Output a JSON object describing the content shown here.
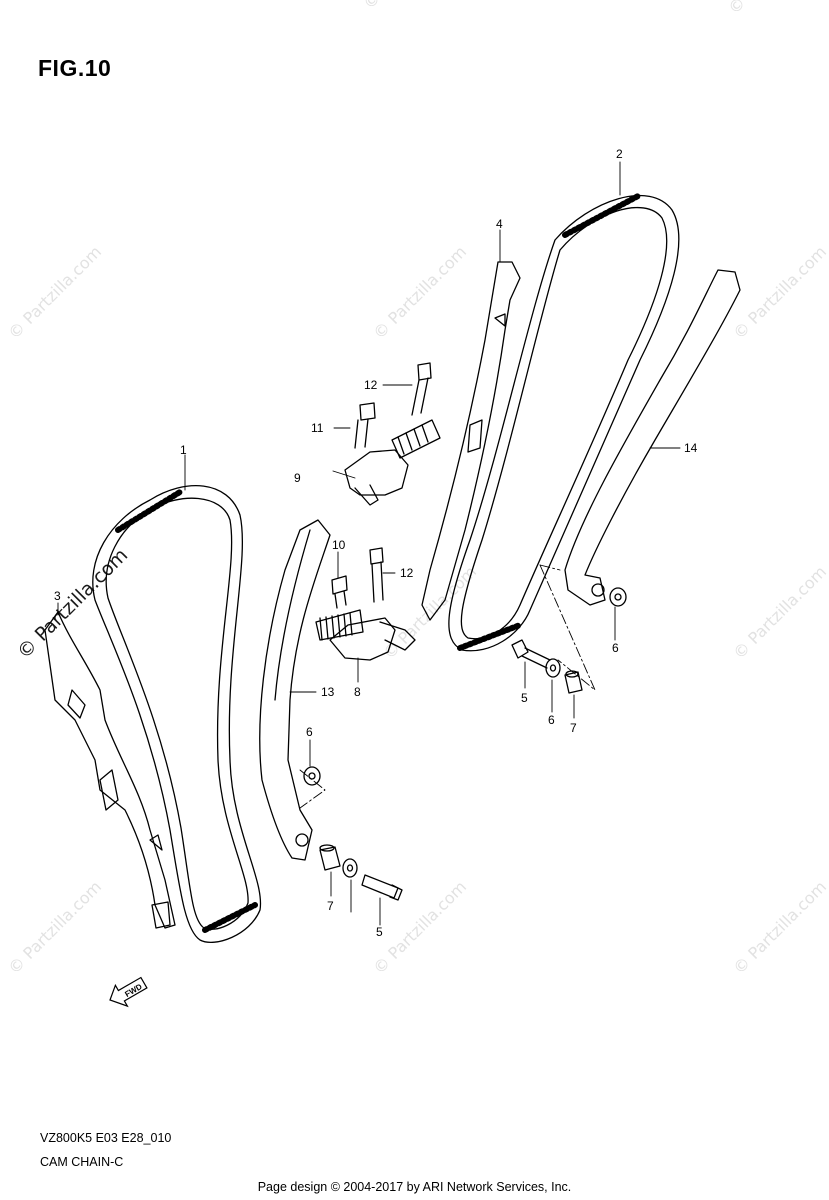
{
  "figure": {
    "title": "FIG.10"
  },
  "watermark": {
    "text": "© Partzilla.com",
    "prominent_text": "© Partzilla.com"
  },
  "callouts": [
    "1",
    "2",
    "3",
    "4",
    "5",
    "5",
    "6",
    "6",
    "6",
    "7",
    "7",
    "8",
    "9",
    "10",
    "11",
    "12",
    "12",
    "13",
    "14"
  ],
  "fwd_label": "FWD",
  "footer": {
    "model_code": "VZ800K5 E03 E28_010",
    "page_name": "CAM CHAIN-C",
    "credit": "Page design © 2004-2017 by ARI Network Services, Inc."
  },
  "colors": {
    "line": "#000000",
    "watermark": "#e2e2e2",
    "background": "#ffffff"
  }
}
